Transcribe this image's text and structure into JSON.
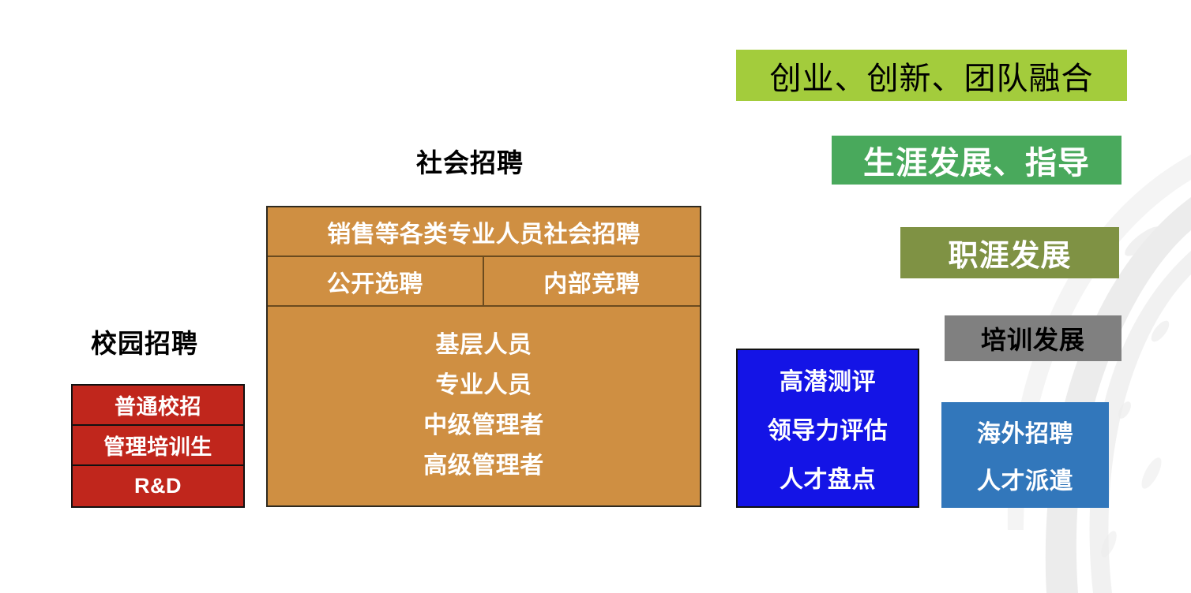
{
  "slide": {
    "background_color": "#ffffff",
    "decoration": "brush-stroke-swoosh"
  },
  "campus": {
    "caption": "校园招聘",
    "color": "#c0261c",
    "items": [
      {
        "label": "普通校招"
      },
      {
        "label": "管理培训生"
      },
      {
        "label": "R&D"
      }
    ]
  },
  "social": {
    "caption": "社会招聘",
    "color": "#cf8f42",
    "header": "销售等各类专业人员社会招聘",
    "channels": [
      {
        "label": "公开选聘"
      },
      {
        "label": "内部竞聘"
      }
    ],
    "levels": [
      {
        "label": "基层人员"
      },
      {
        "label": "专业人员"
      },
      {
        "label": "中级管理者"
      },
      {
        "label": "高级管理者"
      }
    ]
  },
  "programs": [
    {
      "id": "entrepreneurship",
      "label": "创业、创新、团队融合",
      "bg": "#a3cc3c",
      "fg": "#000000"
    },
    {
      "id": "career-dev",
      "label": "生涯发展、指导",
      "bg": "#49a95c",
      "fg": "#ffffff"
    },
    {
      "id": "career-path",
      "label": "职涯发展",
      "bg": "#7f9244",
      "fg": "#ffffff"
    },
    {
      "id": "training",
      "label": "培训发展",
      "bg": "#808080",
      "fg": "#000000"
    }
  ],
  "assessment": {
    "bg": "#1414e6",
    "fg": "#ffffff",
    "lines": [
      {
        "label": "高潜测评"
      },
      {
        "label": "领导力评估"
      },
      {
        "label": "人才盘点"
      }
    ]
  },
  "overseas": {
    "bg": "#3277bb",
    "fg": "#ffffff",
    "lines": [
      {
        "label": "海外招聘"
      },
      {
        "label": "人才派遣"
      }
    ]
  }
}
